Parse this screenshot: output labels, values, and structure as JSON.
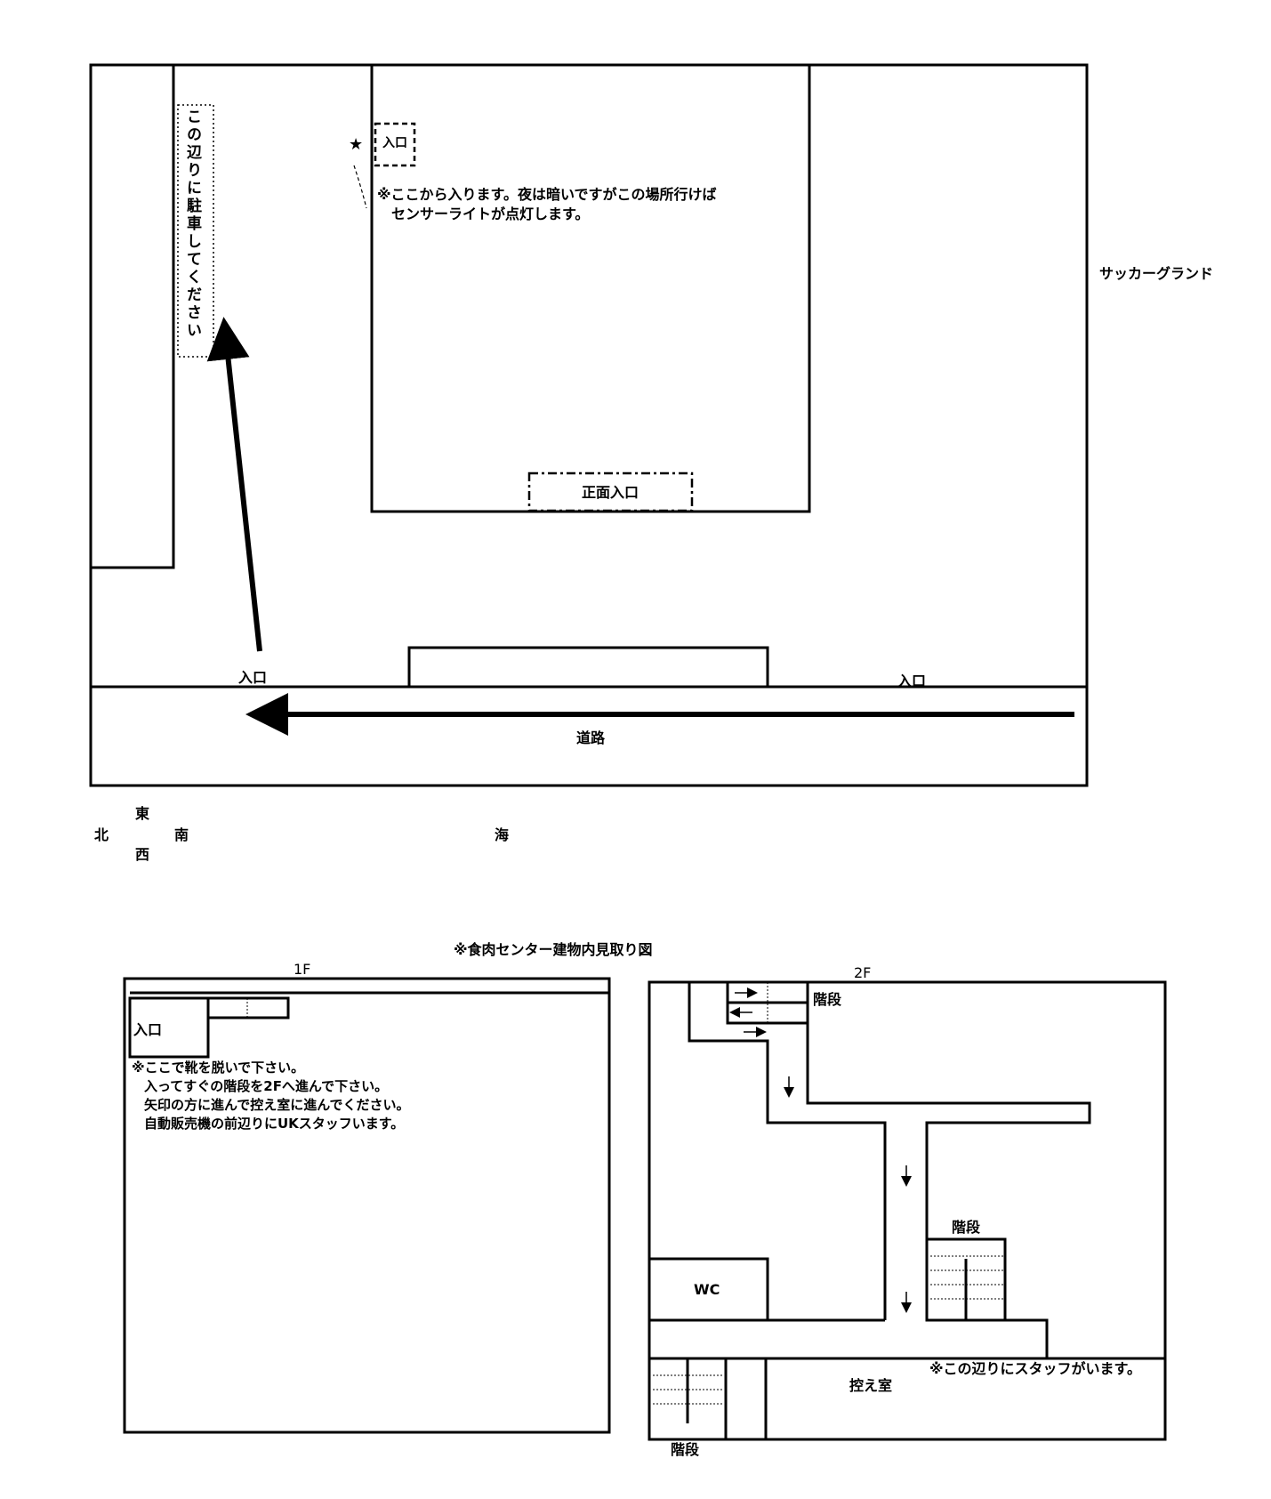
{
  "site_map": {
    "parking_label": "この辺りに駐車してください",
    "side_entrance_label": "入口",
    "side_entrance_note": [
      "※ここから入ります。夜は暗いですがこの場所行けば",
      "センサーライトが点灯します。"
    ],
    "main_entrance_label": "正面入口",
    "field_label": "サッカーグランド",
    "entrance_west_label": "入口",
    "entrance_east_label": "入口",
    "road_label": "道路",
    "compass": {
      "east": "東",
      "north": "北",
      "south": "南",
      "west": "西"
    },
    "sea_label": "海",
    "star_glyph": "★"
  },
  "floor_plans": {
    "title": "※食肉センター建物内見取り図",
    "floor1": {
      "label": "1F",
      "entrance_label": "入口",
      "instructions": [
        "※ここで靴を脱いで下さい。",
        "入ってすぐの階段を2Fへ進んで下さい。",
        "矢印の方に進んで控え室に進んでください。",
        "自動販売機の前辺りにUKスタッフいます。"
      ]
    },
    "floor2": {
      "label": "2F",
      "stairs_top_label": "階段",
      "stairs_mid_label": "階段",
      "stairs_bottom_label": "階段",
      "wc_label": "WC",
      "waiting_room_label": "控え室",
      "staff_note": "※この辺りにスタッフがいます。"
    }
  }
}
